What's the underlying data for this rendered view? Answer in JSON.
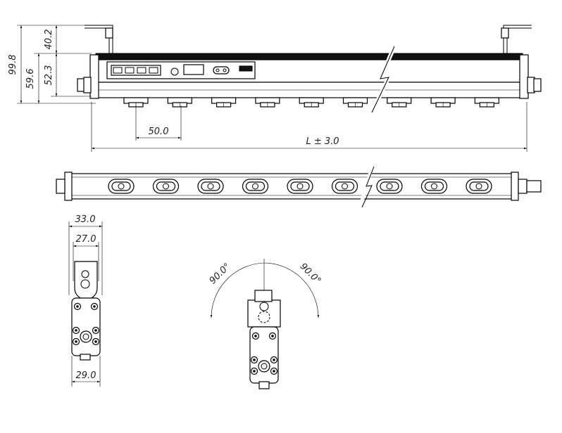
{
  "drawing": {
    "front_view": {
      "dimensions": {
        "overall_height": "99.8",
        "body_with_nozzle_height": "59.6",
        "body_height": "52.3",
        "bracket_height": "40.2",
        "nozzle_pitch": "50.0",
        "length": "L ± 3.0"
      },
      "nozzle_count": 9
    },
    "top_view": {
      "nozzle_count": 9
    },
    "side_view": {
      "dimensions": {
        "bracket_outer_width": "33.0",
        "bracket_inner_width": "27.0",
        "body_width": "29.0"
      }
    },
    "rotation_view": {
      "dimensions": {
        "rotate_left": "90.0°",
        "rotate_right": "90.0°"
      }
    }
  }
}
